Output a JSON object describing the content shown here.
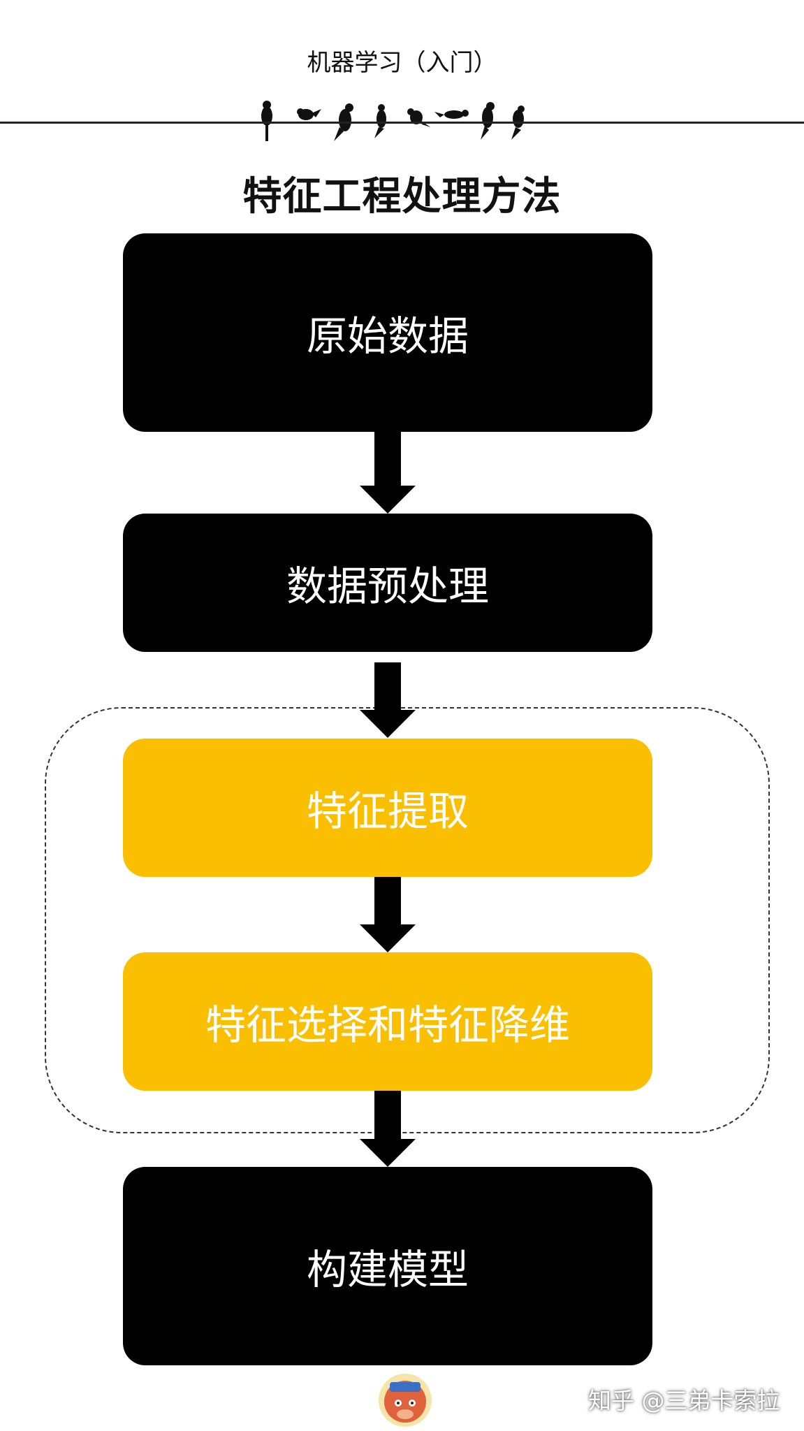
{
  "header": {
    "title": "机器学习（入门）"
  },
  "diagram": {
    "title": "特征工程处理方法",
    "steps": [
      {
        "label": "原始数据",
        "color": "#000000"
      },
      {
        "label": "数据预处理",
        "color": "#000000"
      },
      {
        "label": "特征提取",
        "color": "#f9bf00"
      },
      {
        "label": "特征选择和特征降维",
        "color": "#f9bf00"
      },
      {
        "label": "构建模型",
        "color": "#000000"
      }
    ],
    "group_frame_style": "dashed"
  },
  "watermark": {
    "text": "知乎 @三弟卡索拉",
    "avatar_icon": "monkey-avatar-icon"
  }
}
